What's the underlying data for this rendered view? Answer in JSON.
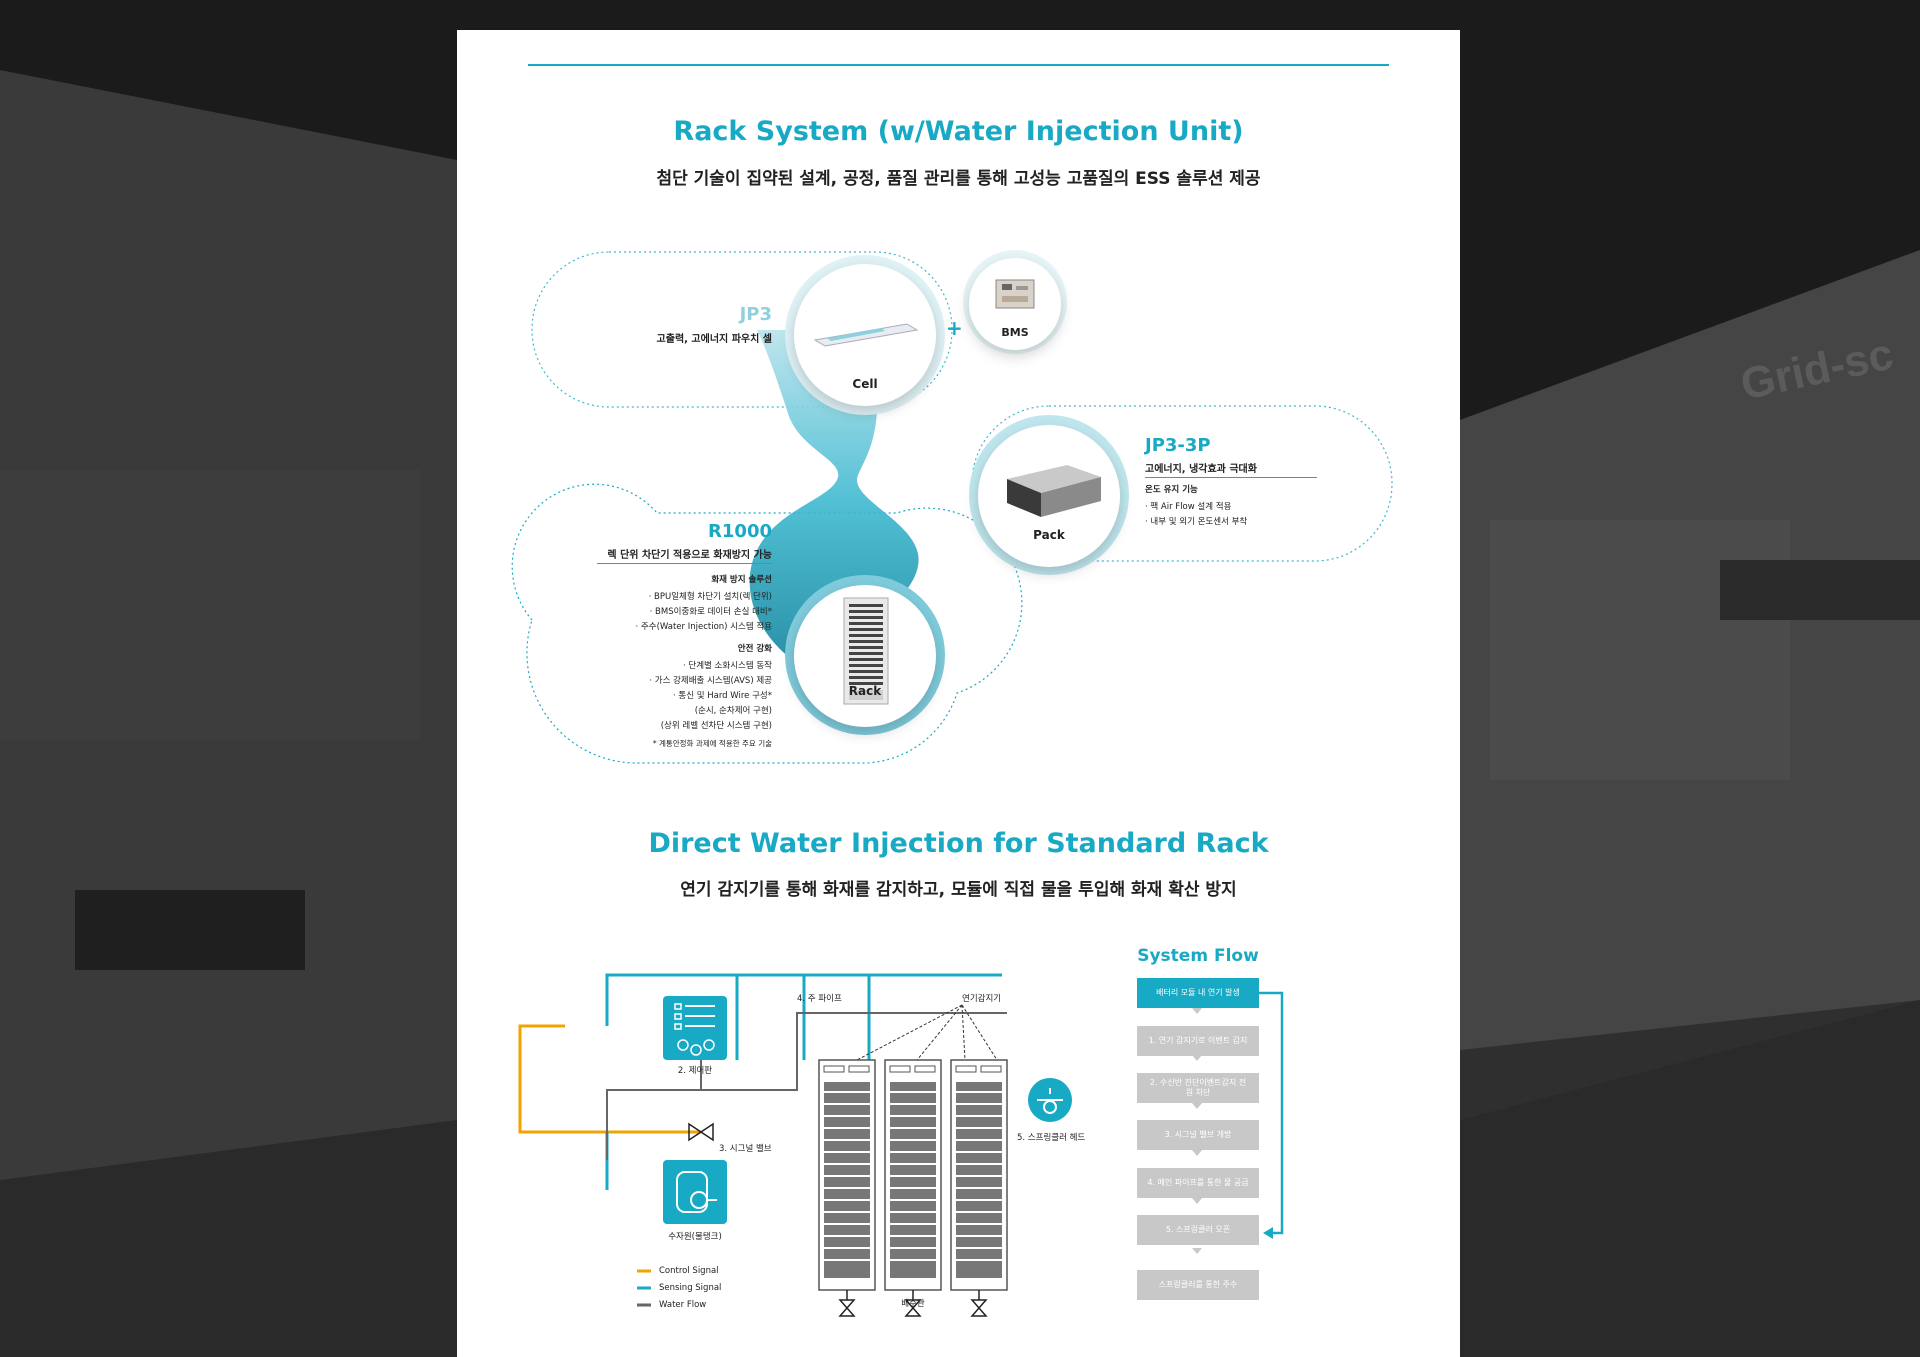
{
  "background": {
    "booth_sign": "Grid-sc"
  },
  "section1": {
    "title": "Rack System (w/Water Injection Unit)",
    "subtitle": "첨단 기술이 집약된 설계, 공정, 품질 관리를 통해 고성능 고품질의 ESS 솔루션 제공"
  },
  "jp3": {
    "title": "JP3",
    "desc": "고출력, 고에너지 파우치 셀",
    "label": "Cell"
  },
  "bms": {
    "plus": "+",
    "label": "BMS"
  },
  "jp3_3p": {
    "title": "JP3-3P",
    "desc": "고에너지, 냉각효과 극대화",
    "feature_title": "온도 유지 기능",
    "features": [
      "· 팩 Air Flow 설계 적용",
      "· 내부 및 외기 온도센서 부착"
    ],
    "label": "Pack"
  },
  "r1000": {
    "title": "R1000",
    "desc": "렉 단위 차단기 적용으로 화재방지 가능",
    "fire_title": "화재 방지 솔루션",
    "fire_items": [
      "· BPU일체형 차단기 설치(렉 단위)",
      "· BMS이중화로 데이터 손실 대비*",
      "· 주수(Water Injection) 시스템 적용"
    ],
    "safety_title": "안전 강화",
    "safety_items": [
      "· 단계별 소화시스템 동작",
      "· 가스 강제배출 시스템(AVS) 제공",
      "· 통신 및 Hard Wire 구성*",
      "(순시, 순차제어 구현)",
      "(상위 레벨 선차단 시스템 구현)"
    ],
    "footnote": "* 계통안정화 과제에 적용한 주요 기술",
    "label": "Rack"
  },
  "section2": {
    "title": "Direct Water Injection  for Standard Rack",
    "subtitle": "연기 감지기를 통해 화재를 감지하고, 모듈에 직접 물을 투입해 화재 확산 방지"
  },
  "diagram": {
    "main_pipe": "4. 주 파이프",
    "smoke_detector": "연기감지기",
    "control_panel": "2. 제어판",
    "signal_valve": "3. 시그널 밸브",
    "water_source": "수자원(물탱크)",
    "sprinkler_head": "5. 스프링클러 헤드",
    "drain": "배수관",
    "legend": [
      "Control Signal",
      "Sensing Signal",
      "Water Flow"
    ]
  },
  "flow": {
    "title": "System Flow",
    "steps": [
      "배터리 모듈 내 연기 발생",
      "1. 연기 감지기로 이벤트 감지",
      "2. 수신반 진단이벤트감지 전원 차단",
      "3. 시그널 밸브 개방",
      "4. 메인 파이프를 통한 물 공급",
      "5. 스프링클러 오픈",
      "스프링클러를 통한 주수"
    ]
  },
  "colors": {
    "accent": "#18a9c4",
    "control_signal": "#f0a400",
    "sensing_signal": "#18a9c4",
    "water_flow": "#666666",
    "flow_box": "#c8c8c8"
  }
}
